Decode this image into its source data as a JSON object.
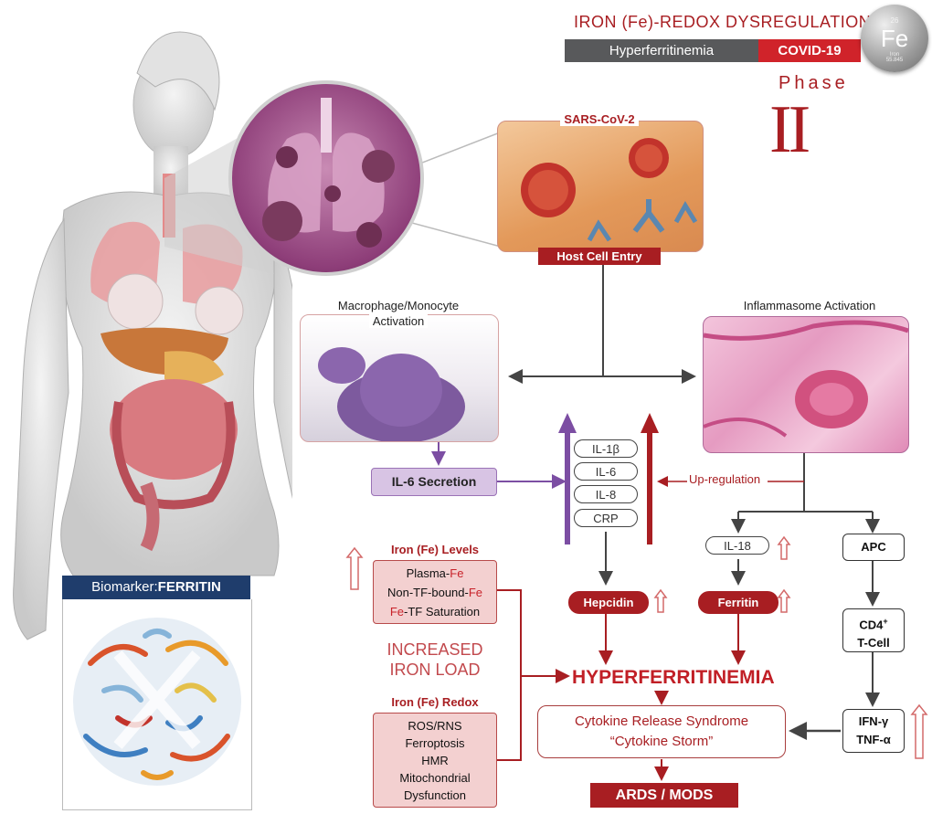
{
  "header": {
    "title": "IRON (Fe)-REDOX DYSREGULATION",
    "band_left": "Hyperferritinemia",
    "band_right": "COVID-19",
    "phase_word": "Phase",
    "phase_number": "II",
    "element": {
      "atomic_number": "26",
      "symbol": "Fe",
      "name": "Iron",
      "mass": "55.845"
    }
  },
  "top_flow": {
    "virus_label": "SARS-CoV-2",
    "entry_label": "Host Cell Entry",
    "macrophage_label_1": "Macrophage/Monocyte",
    "macrophage_label_2": "Activation",
    "inflammasome_label": "Inflammasome Activation"
  },
  "cytokines": {
    "secretion": "IL-6 Secretion",
    "pills": [
      "IL-1β",
      "IL-6",
      "IL-8",
      "CRP"
    ],
    "upregulation": "Up-regulation"
  },
  "markers": {
    "hepcidin": "Hepcidin",
    "ferritin": "Ferritin",
    "il18": "IL-18",
    "apc": "APC",
    "cd4_line1": "CD4",
    "cd4_sup": "+",
    "cd4_line2": "T-Cell",
    "ifn": "IFN-γ",
    "tnf": "TNF-α"
  },
  "iron_levels": {
    "title": "Iron (Fe) Levels",
    "plasma_prefix": "Plasma-",
    "fe": "Fe",
    "nontf_prefix": "Non-TF-bound-",
    "saturation_suffix": "-TF Saturation"
  },
  "increased_iron": {
    "line1": "INCREASED",
    "line2": "IRON LOAD"
  },
  "iron_redox": {
    "title": "Iron (Fe) Redox",
    "items": [
      "ROS/RNS",
      "Ferroptosis",
      "HMR",
      "Mitochondrial",
      "Dysfunction"
    ]
  },
  "outcomes": {
    "hyperferritinemia": "HYPERFERRITINEMIA",
    "storm_line1": "Cytokine Release Syndrome",
    "storm_line2": "“Cytokine Storm”",
    "ards": "ARDS / MODS"
  },
  "biomarker": {
    "prefix": "Biomarker:",
    "name": "FERRITIN"
  },
  "colors": {
    "accent_red": "#a81e22",
    "purple": "#7c4ea3",
    "navy": "#1f3d6c",
    "gray": "#58595b"
  }
}
